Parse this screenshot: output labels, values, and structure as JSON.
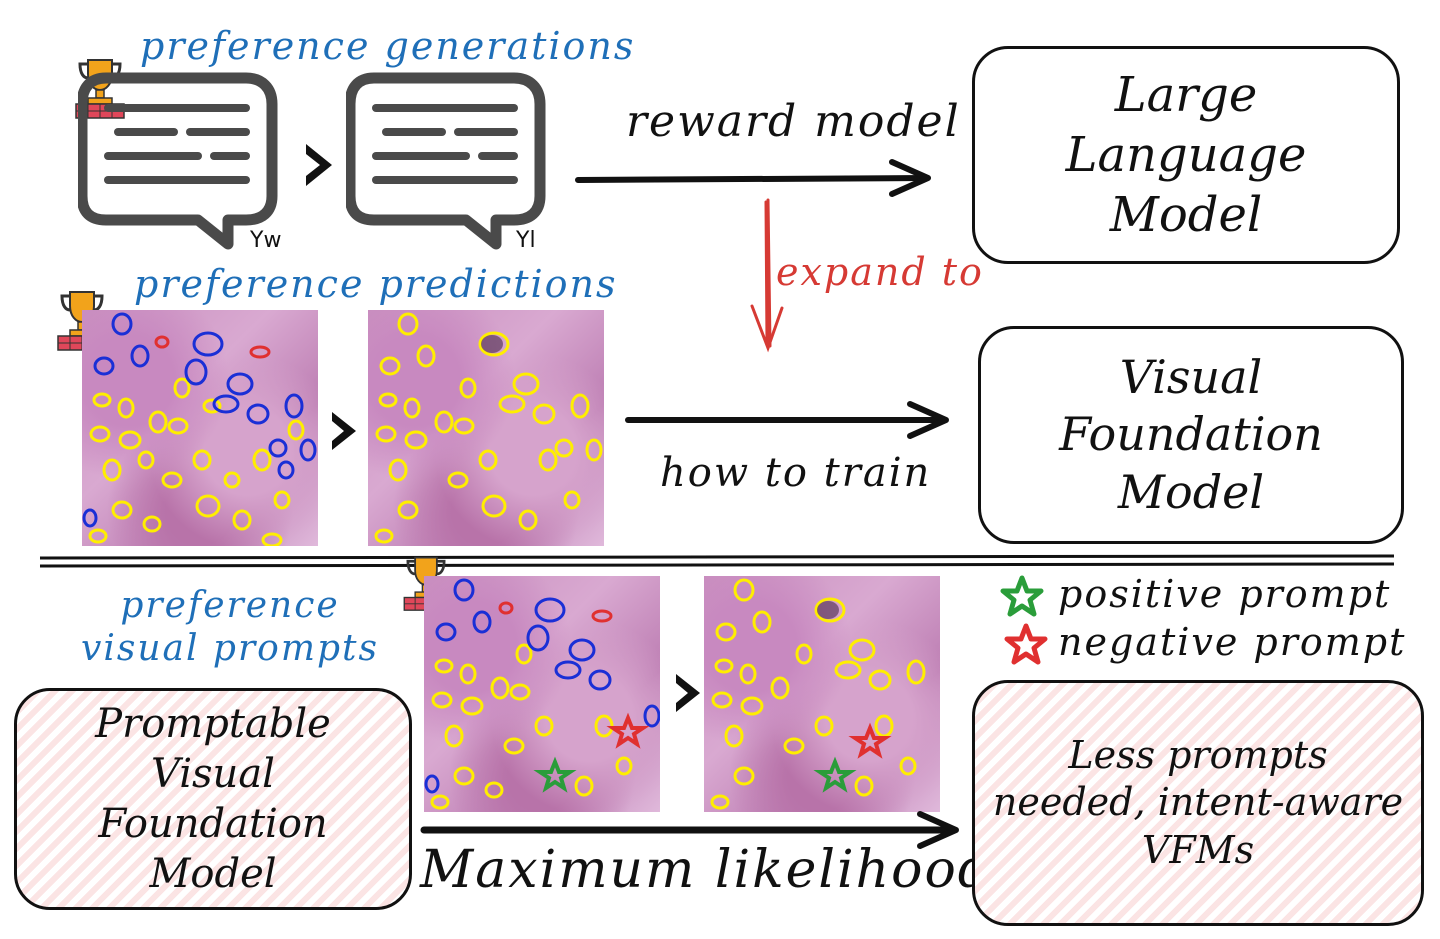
{
  "top": {
    "heading": "preference generations",
    "yw_label": "Yw",
    "yl_label": "Yl",
    "arrow_label": "reward model",
    "llm_box": "Large Language Model"
  },
  "expand_label": "expand to",
  "middle": {
    "heading": "preference predictions",
    "arrow_label": "how to train",
    "vfm_box": "Visual Foundation Model"
  },
  "bottom": {
    "heading": "preference visual prompts",
    "left_box": "Promptable Visual Foundation Model",
    "legend_positive": "positive prompt",
    "legend_negative": "negative prompt",
    "arrow_label": "Maximum likelihood",
    "result_box": "Less prompts needed, intent-aware VFMs"
  },
  "colors": {
    "heading_blue": "#1f6fb8",
    "accent_red": "#d63a34",
    "contour_yellow": "#ffee00",
    "contour_blue": "#1a2fd6",
    "star_green": "#2a9d3a",
    "star_red": "#e03030"
  }
}
